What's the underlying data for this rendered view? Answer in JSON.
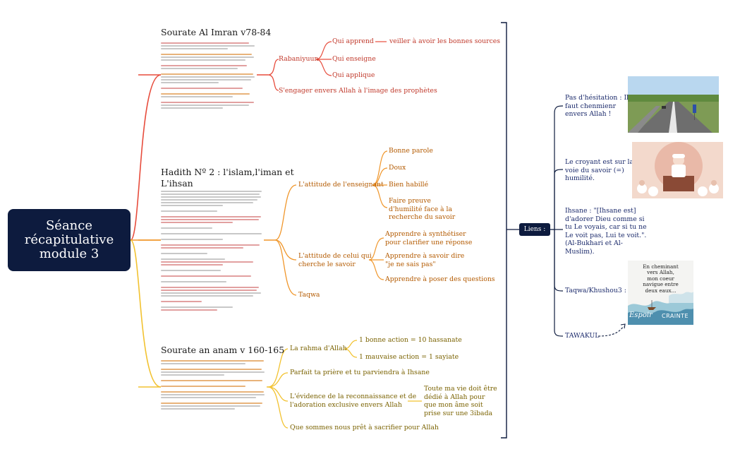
{
  "root": {
    "title": "Séance récapitulative module 3"
  },
  "section1": {
    "title": "Sourate Al Imran v78-84",
    "rabaniyuun": "Rabaniyuun",
    "qui_apprend": "Qui apprend",
    "veiller": "veiller à avoir les bonnes sources",
    "qui_enseigne": "Qui enseigne",
    "qui_applique": "Qui applique",
    "engager": "S'engager envers Allah à l'image des prophètes"
  },
  "section2": {
    "title_line1": "Hadith Nº 2 : l'islam,l'iman et",
    "title_line2": "L'ihsan",
    "attitude_enseignant": "L'attitude de l'enseignant",
    "bonne_parole": "Bonne parole",
    "doux": "Doux",
    "bien_habille": "Bien habillé",
    "humilite_l1": "Faire preuve",
    "humilite_l2": "d'humilité face à la",
    "humilite_l3": "recherche du savoir",
    "attitude_savoir_l1": "L'attitude de celui qui",
    "attitude_savoir_l2": "cherche le savoir",
    "synthetiser_l1": "Apprendre à synthétiser",
    "synthetiser_l2": "pour clarifier une réponse",
    "ne_sais_pas_l1": "Apprendre à savoir dire",
    "ne_sais_pas_l2": "\"je ne sais pas\"",
    "poser_questions": "Apprendre à poser des questions",
    "taqwa": "Taqwa"
  },
  "section3": {
    "title": "Sourate an anam v 160-165",
    "rahma": "La rahma d'Allah",
    "bonne_action": "1 bonne action = 10 hassanate",
    "mauvaise_action": "1 mauvaise action = 1 sayiate",
    "priere": "Parfait ta prière et tu parviendra à Ihsane",
    "evidence_l1": "L'évidence de la reconnaissance et de",
    "evidence_l2": "l'adoration exclusive envers Allah",
    "vie_l1": "Toute ma vie doit être",
    "vie_l2": "dédié à Allah pour",
    "vie_l3": "que mon âme soit",
    "vie_l4": "prise sur une 3ibada",
    "sacrifier": "Que sommes nous prêt à sacrifier pour Allah"
  },
  "liens": {
    "label": "Liens :",
    "hesitation_l1": "Pas d'hésitation : Il",
    "hesitation_l2": "faut chenmienr",
    "hesitation_l3": "envers Allah !",
    "croyant_l1": "Le croyant est sur la",
    "croyant_l2": "voie du savoir (=)",
    "croyant_l3": "humilité.",
    "ihsane_l1": "Ihsane : \"[Ihsane est]",
    "ihsane_l2": "d'adorer Dieu comme si",
    "ihsane_l3": "tu Le voyais, car si tu ne",
    "ihsane_l4": "Le voit pas, Lui te voit.\".",
    "ihsane_l5": "(Al-Bukhari et Al-",
    "ihsane_l6": "Muslim).",
    "taqwa": "Taqwa/Khushou3 :",
    "tawakul": "TAWAKUL",
    "poster_l1": "En cheminant",
    "poster_l2": "vers Allah,",
    "poster_l3": "mon coeur",
    "poster_l4": "navigue entre",
    "poster_l5": "deux eaux...",
    "poster_espoir": "Espoir",
    "poster_crainte": "CRAINTE"
  },
  "colors": {
    "root_bg": "#0d1b3e",
    "branch_red": "#e74c3c",
    "branch_orange": "#f0962a",
    "branch_yellow": "#f2c230",
    "links_navy": "#0d1b3e"
  }
}
